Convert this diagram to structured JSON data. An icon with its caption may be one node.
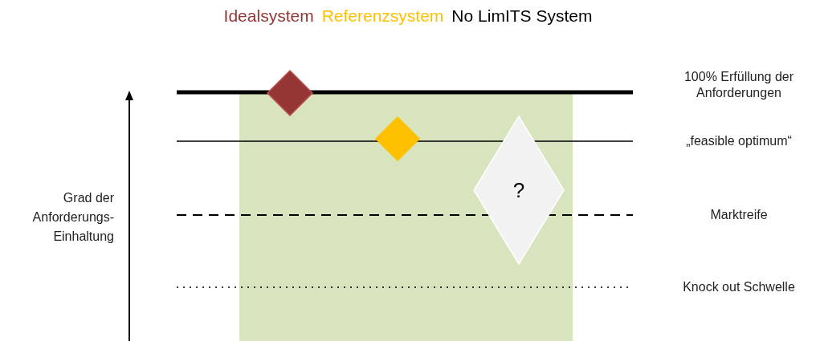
{
  "diagram": {
    "nodes": [
      {
        "text": [],
        "shape": "diamond"
      },
      {
        "text": [],
        "shape": "diamond"
      },
      {
        "text": [
          "?"
        ]
      }
    ],
    "labels": [
      "100% Erfüllung der Anforderungen",
      "„feasible optimum“",
      "Grad der Anforderungs-Einhaltung",
      "Marktreife",
      "Knock out Schwelle"
    ],
    "legend": [
      {
        "text": "Idealsystem",
        "color": "#943634"
      },
      {
        "text": "Referenzsystem",
        "color": "#ffc000"
      },
      {
        "text": "No LimITS System",
        "color": "#000000"
      }
    ]
  }
}
